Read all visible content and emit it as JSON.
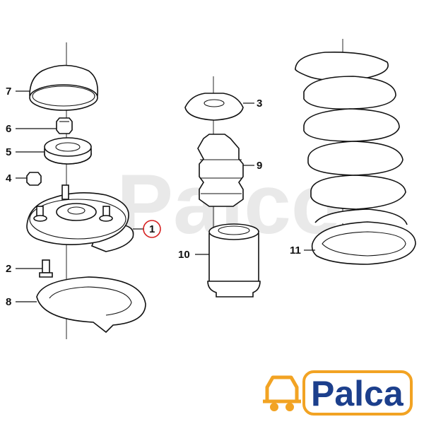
{
  "callouts": {
    "c1": "1",
    "c2": "2",
    "c3": "3",
    "c4": "4",
    "c5": "5",
    "c6": "6",
    "c7": "7",
    "c8": "8",
    "c9": "9",
    "c10": "10",
    "c11": "11"
  },
  "watermark": {
    "text": "Palco"
  },
  "logo": {
    "text": "Palca"
  },
  "colors": {
    "line": "#111111",
    "highlight_circle": "#d62020",
    "logo_blue": "#1c3f8c",
    "logo_orange": "#f2a323",
    "watermark": "#e9e9e9"
  }
}
